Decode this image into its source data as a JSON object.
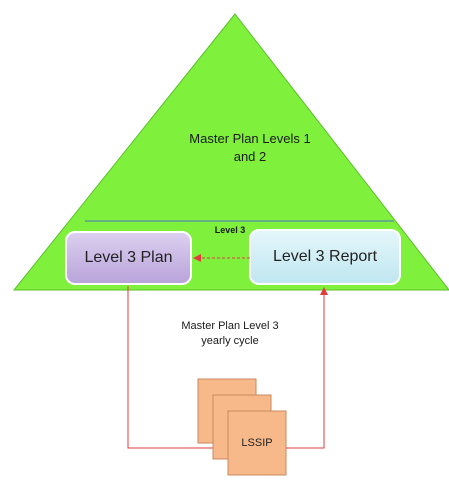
{
  "diagram": {
    "pyramid_title": "Master Plan Levels 1\nand 2",
    "band_title": "Level 3",
    "boxes": {
      "plan": "Level 3 Plan",
      "report": "Level 3 Report"
    },
    "cycle_label": "Master Plan Level 3\nyearly cycle",
    "document_label": "LSSIP"
  },
  "colors": {
    "pyramid_fill": "#7ff03c",
    "plan_fill": "#cbb9e6",
    "report_fill": "#d4f0f6",
    "doc_fill": "#f7b98a",
    "arrow": "#e23b3b"
  }
}
